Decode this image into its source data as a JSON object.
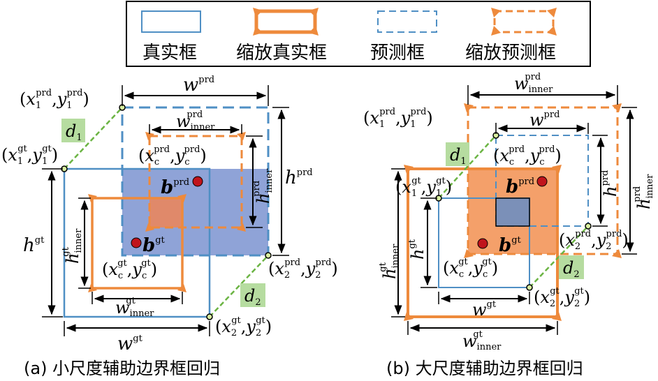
{
  "legend": {
    "items": [
      {
        "label": "真实框",
        "style": "solid-blue"
      },
      {
        "label": "缩放真实框",
        "style": "solid-orange"
      },
      {
        "label": "预测框",
        "style": "dashed-blue"
      },
      {
        "label": "缩放预测框",
        "style": "dashed-orange"
      }
    ]
  },
  "symbols": {
    "w": "w",
    "h": "h",
    "b": "b",
    "d": "d",
    "x": "x",
    "y": "y",
    "prd": "prd",
    "gt": "gt",
    "inner": "inner",
    "c": "c",
    "one": "1",
    "two": "2",
    "comma": ",",
    "lp": "(",
    "rp": ")"
  },
  "captions": {
    "a": "(a) 小尺度辅助边界框回归",
    "b": "(b) 大尺度辅助边界框回归"
  },
  "colors": {
    "gt_blue": "#4f8fc4",
    "prd_blue": "#4f8fc4",
    "orange": "#ee8a3c",
    "intersection_a": "#8fa3d7",
    "intersection_b": "#f4a06a",
    "inner_a": "#e0896a",
    "inner_b": "#7b90b8",
    "green": "#6bb443",
    "label_bg": "#b6dca0",
    "center_dot": "#c0141c"
  }
}
